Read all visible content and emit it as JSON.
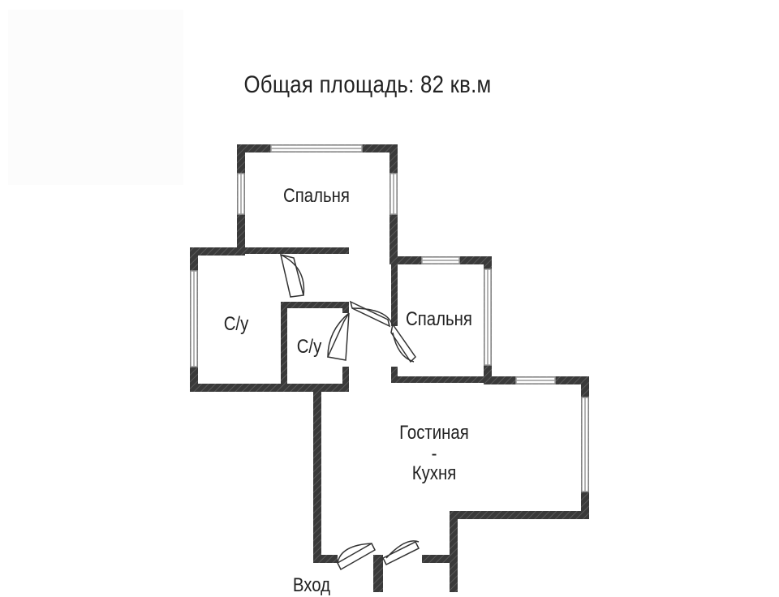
{
  "plan": {
    "title": "Общая площадь: 82 кв.м",
    "rooms": {
      "bedroom_top": "Спальня",
      "bedroom_right": "Спальня",
      "bathroom_left": "С/у",
      "bathroom_small": "С/у",
      "living_line1": "Гостиная",
      "living_line2": "-",
      "living_line3": "Кухня",
      "entrance": "Вход"
    }
  },
  "colors": {
    "wall": "#3a3a3a",
    "window": "#bdbdbd",
    "text": "#222222",
    "background": "#ffffff"
  }
}
